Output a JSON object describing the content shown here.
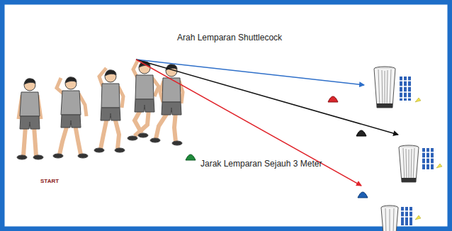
{
  "diagram": {
    "labels": [
      "Arah Lemparan Shuttlecock",
      "Jarak Lemparan Sejauh 3 Meter",
      "START"
    ]
  }
}
